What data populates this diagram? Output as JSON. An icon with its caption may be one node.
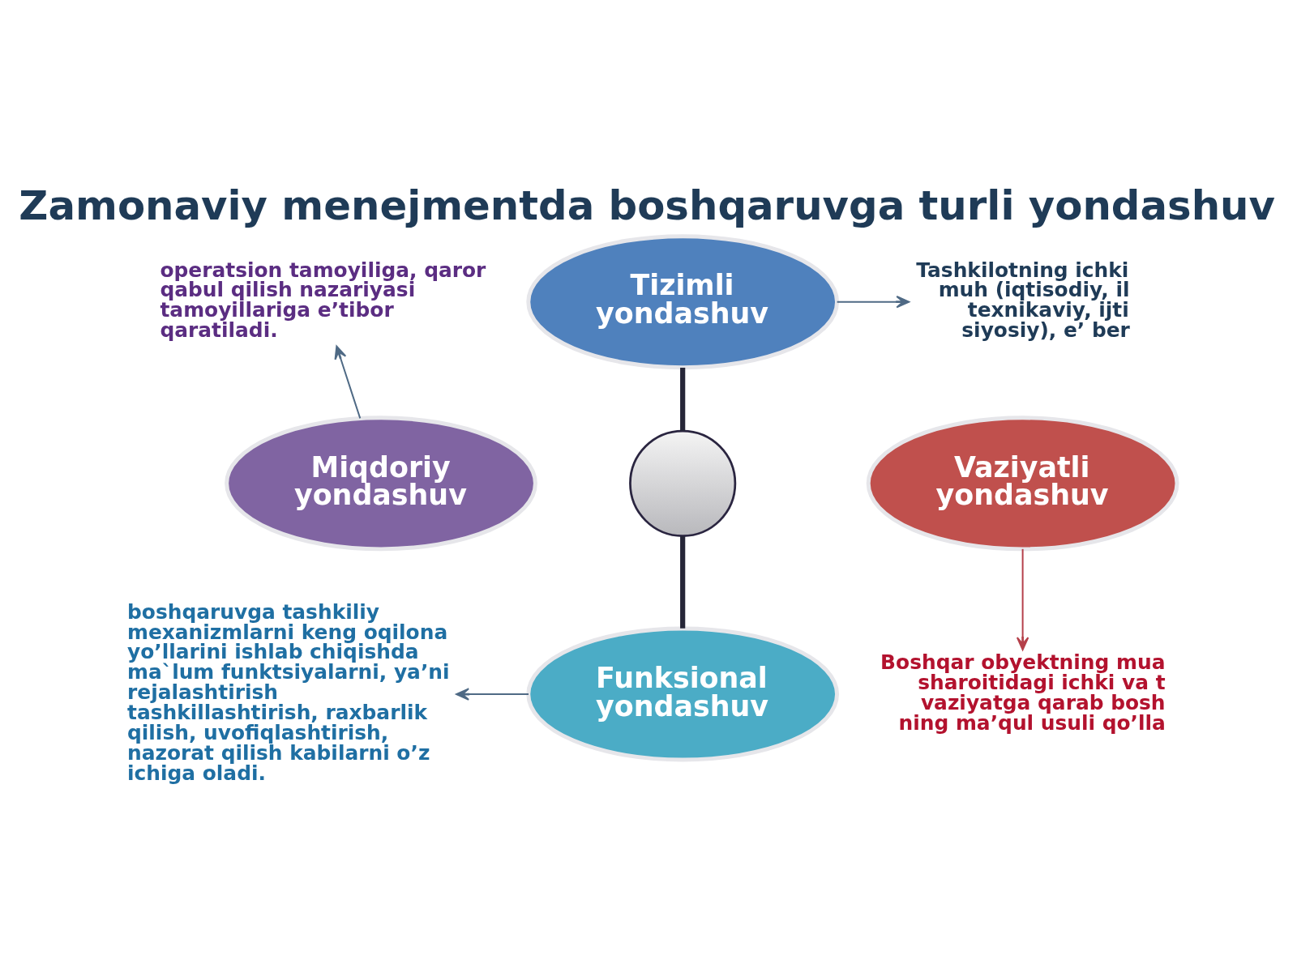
{
  "diagram": {
    "title": "Zamonaviy menejmentda boshqaruvga turli yondashuv",
    "nodes": [
      {
        "text": [
          "operatsion tamoyiliga, qaror qabul qilish nazariyasi tamoyillariga e’tibor qaratiladi."
        ]
      },
      {
        "text": [
          "Tizimli yondashuv"
        ]
      },
      {
        "text": [
          "Tashkilotning ichki muh (iqtisodiy, il texnikaviy, ijti siyosiy), e’ ber"
        ]
      },
      {
        "text": [
          "Miqdoriy yondashuv"
        ]
      },
      {
        "text": [],
        "shape": "circle"
      },
      {
        "text": [
          "Vaziyatli yondashuv"
        ]
      },
      {
        "text": [
          "boshqaruvga tashkiliy mexanizmlarni keng oqilona yo’llarini ishlab chiqishda ma`lum funktsiyalarni, ya’ni rejalashtirish tashkillashtirish, raxbarlik qilish, uvofiqlashtirish, nazorat qilish kabilarni o’z ichiga oladi."
        ]
      },
      {
        "text": [
          "Funksional yondashuv"
        ]
      },
      {
        "text": [
          "Boshqar obyektning mua sharoitidagi ichki va t vaziyatga qarab bosh ning ma’qul usuli qo’lla"
        ]
      }
    ],
    "edges": [
      {
        "from": 1,
        "to": 4,
        "arrow": "none",
        "style": "thick",
        "color": "#262638"
      },
      {
        "from": 4,
        "to": 7,
        "arrow": "none",
        "style": "thick",
        "color": "#262638"
      },
      {
        "from": 1,
        "to": 2,
        "arrow": "to"
      },
      {
        "from": 3,
        "to": 0,
        "arrow": "to"
      },
      {
        "from": 5,
        "to": 8,
        "arrow": "to",
        "color": "#b5404a"
      },
      {
        "from": 7,
        "to": 6,
        "arrow": "to"
      }
    ]
  }
}
